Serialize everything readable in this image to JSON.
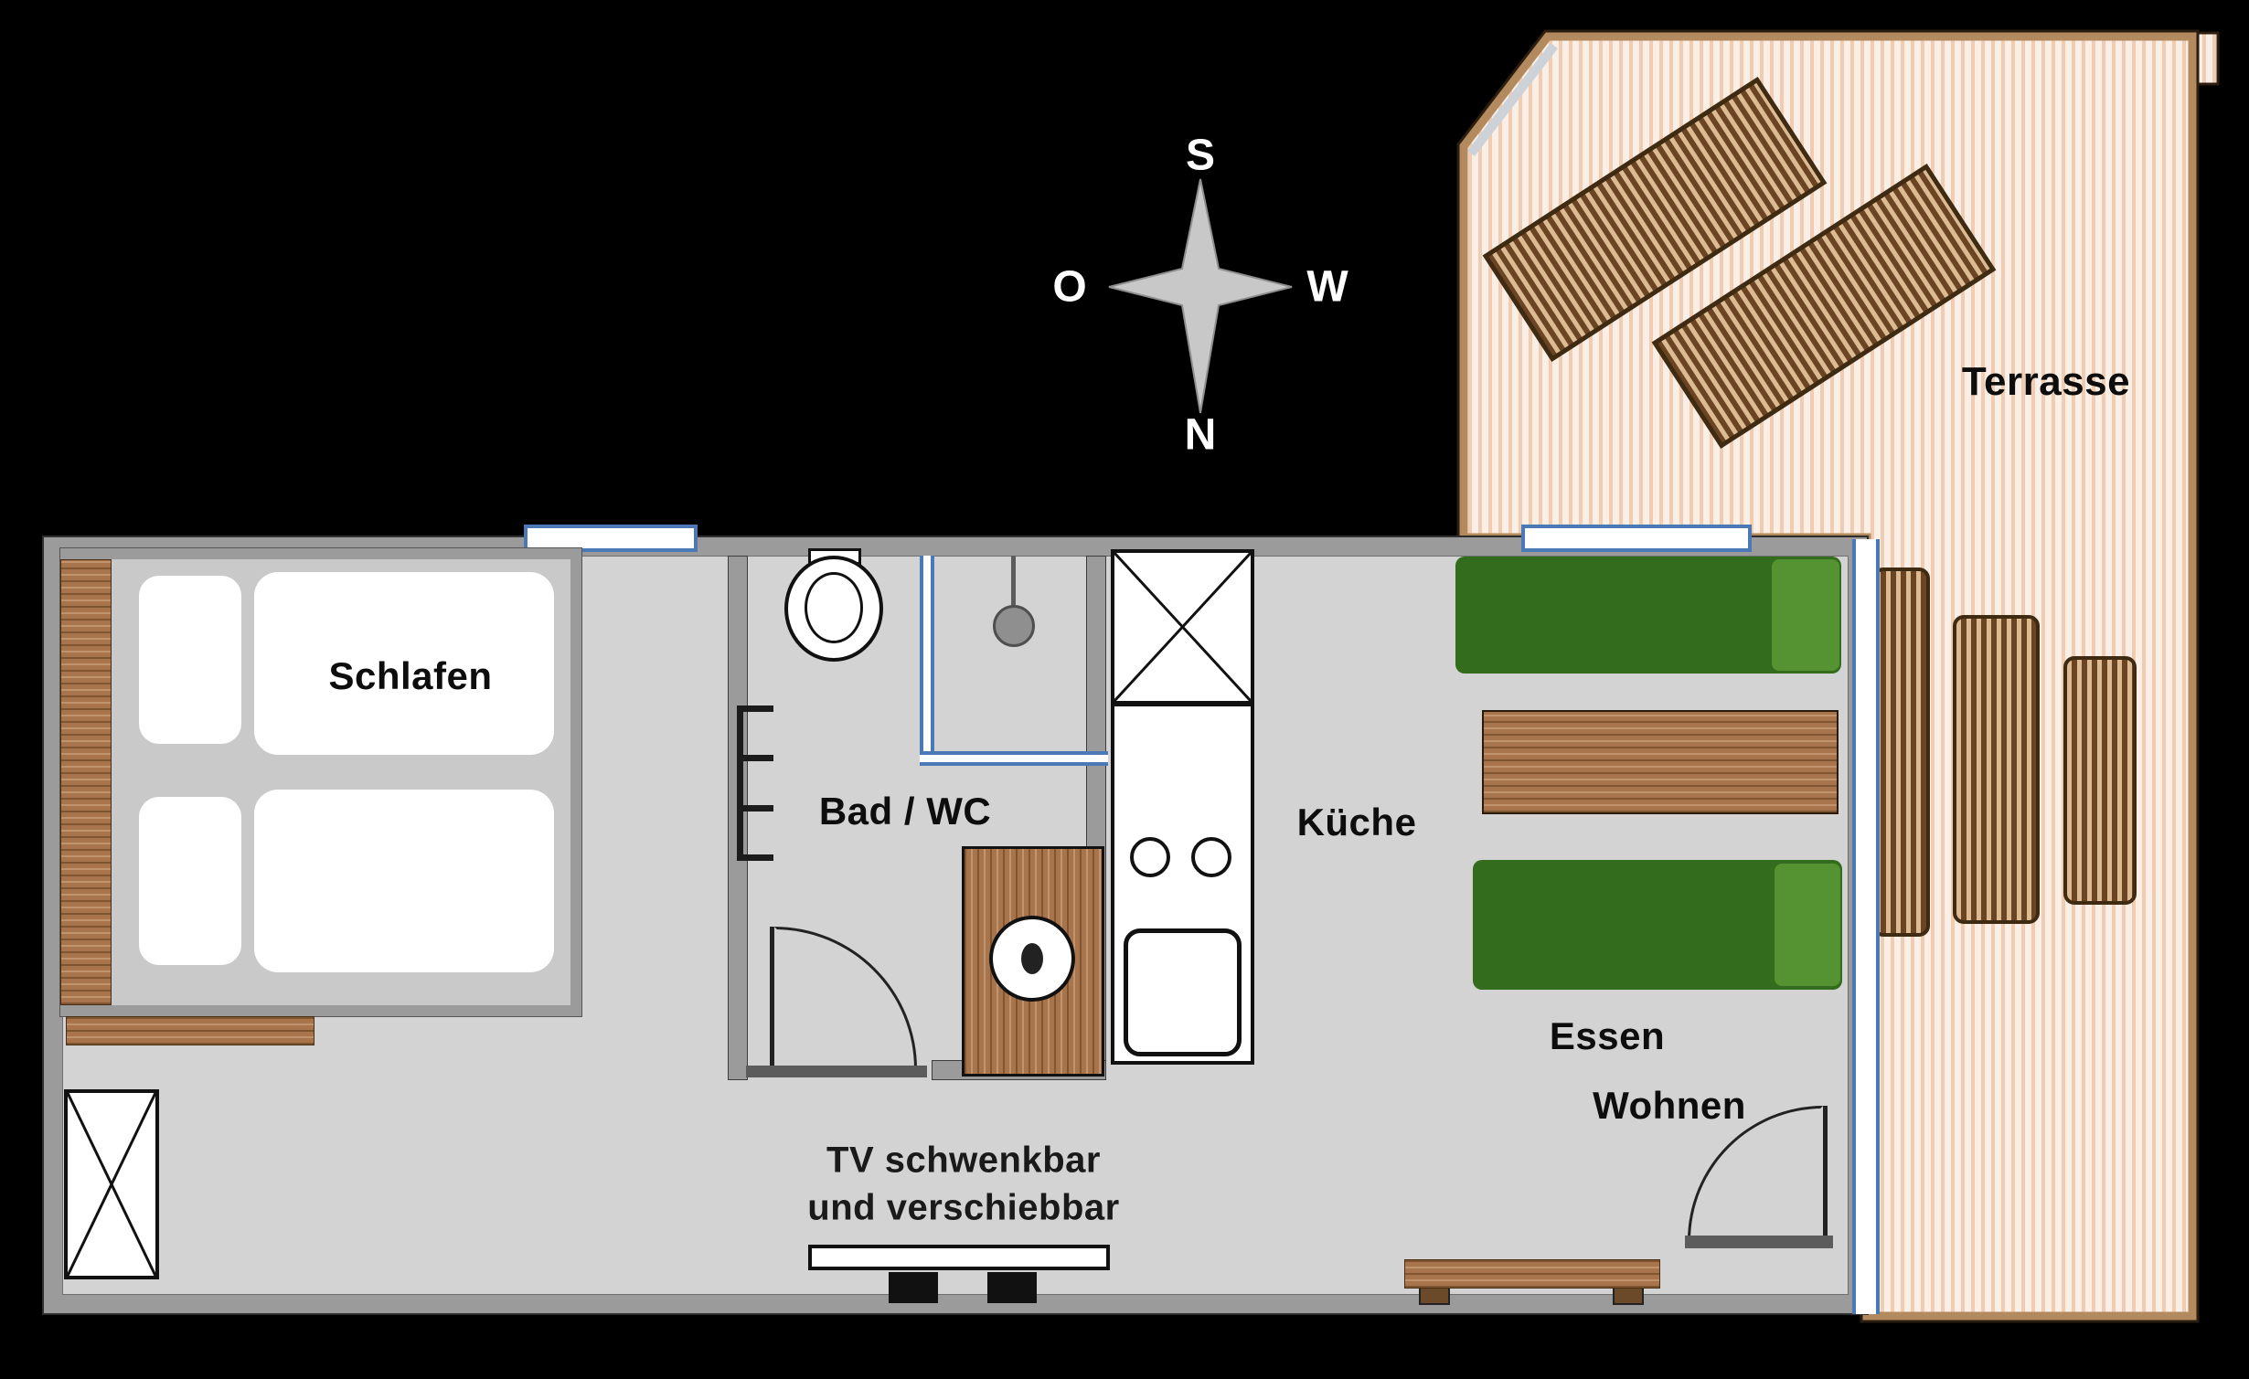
{
  "compass": {
    "top": "S",
    "right": "W",
    "bottom": "N",
    "left": "O"
  },
  "rooms": {
    "bedroom": "Schlafen",
    "bathroom": "Bad / WC",
    "kitchen": "Küche",
    "dining": "Essen",
    "living": "Wohnen",
    "terrace": "Terrasse"
  },
  "annotations": {
    "tv_line1": "TV schwenkbar",
    "tv_line2": "und verschiebbar"
  },
  "colors": {
    "background": "#000000",
    "floor": "#d3d3d3",
    "wall": "#9b9b9b",
    "window_blue": "#4a79b5",
    "terrace_border": "#b28a5e",
    "terrace_stripe_light": "#f9efe6",
    "terrace_stripe_dark": "#f2ccb0",
    "lounger_slat_dark": "#6b4423",
    "lounger_slat_light": "#dcbb92",
    "bench_green_dark": "#336c1c",
    "bench_green_light": "#559231",
    "wood": "#a8744c"
  }
}
